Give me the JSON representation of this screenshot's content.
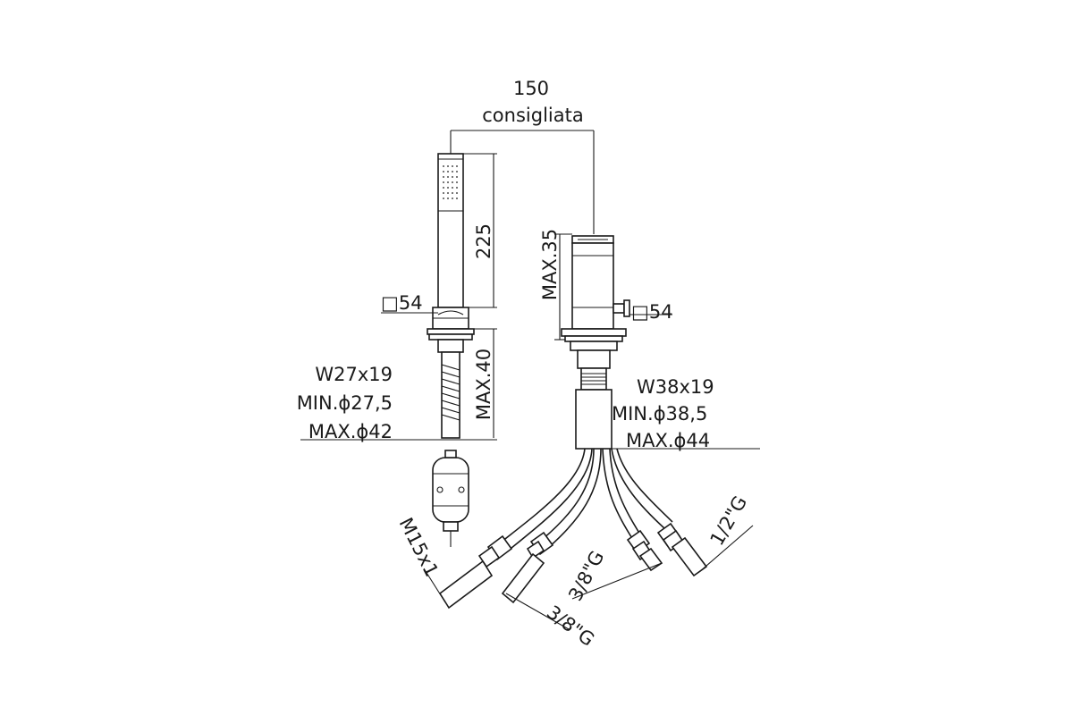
{
  "dimensions": {
    "spacing_value": "150",
    "spacing_note": "consigliata",
    "handshower_length": "225",
    "handshower_holder_square": "□54",
    "handshower_max_deck": "MAX.40",
    "mixer_max_height": "MAX.35",
    "mixer_square": "□54"
  },
  "left_thread": {
    "line1": "W27x19",
    "line2": "MIN.ϕ27,5",
    "line3": "MAX.ϕ42"
  },
  "right_thread": {
    "line1": "W38x19",
    "line2": "MIN.ϕ38,5",
    "line3": "MAX.ϕ44"
  },
  "connections": {
    "hose": "M15x1",
    "inlet_a": "3/8\"G",
    "inlet_b": "3/8\"G",
    "outlet": "1/2\"G"
  }
}
